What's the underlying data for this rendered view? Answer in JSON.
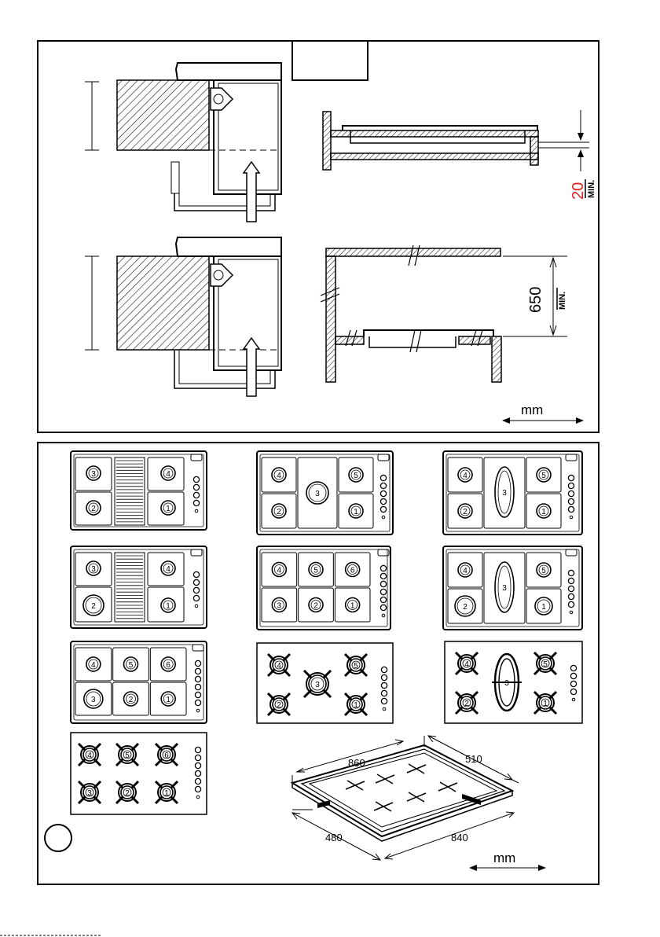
{
  "top_panel": {
    "dim_20": "20",
    "dim_20_note": "MIN.",
    "dim_650": "650",
    "dim_650_note": "MIN.",
    "unit": "mm"
  },
  "bottom_panel": {
    "dim_860": "860",
    "dim_510": "510",
    "dim_480": "480",
    "dim_840": "840",
    "unit": "mm"
  },
  "hob_layouts": [
    {
      "burners": [
        "3",
        "4",
        "2",
        "1"
      ],
      "griddle": true
    },
    {
      "burners": [
        "4",
        "3",
        "5",
        "2",
        "1"
      ]
    },
    {
      "burners": [
        "4",
        "5",
        "2",
        "1"
      ],
      "fish": "3"
    },
    {
      "burners": [
        "3",
        "4",
        "2",
        "1"
      ],
      "griddle": true
    },
    {
      "burners": [
        "4",
        "5",
        "6",
        "3",
        "2",
        "1"
      ]
    },
    {
      "burners": [
        "4",
        "5",
        "2",
        "1"
      ],
      "fish": "3"
    },
    {
      "burners": [
        "4",
        "5",
        "6",
        "3",
        "2",
        "1"
      ]
    },
    {
      "burners": [
        "4",
        "5",
        "3",
        "2",
        "1"
      ]
    },
    {
      "burners": [
        "4",
        "5",
        "2",
        "1"
      ],
      "fish": "3"
    },
    {
      "burners": [
        "4",
        "5",
        "6",
        "3",
        "2",
        "1"
      ]
    }
  ],
  "colors": {
    "accent": "#e0201a",
    "line": "#000000"
  }
}
